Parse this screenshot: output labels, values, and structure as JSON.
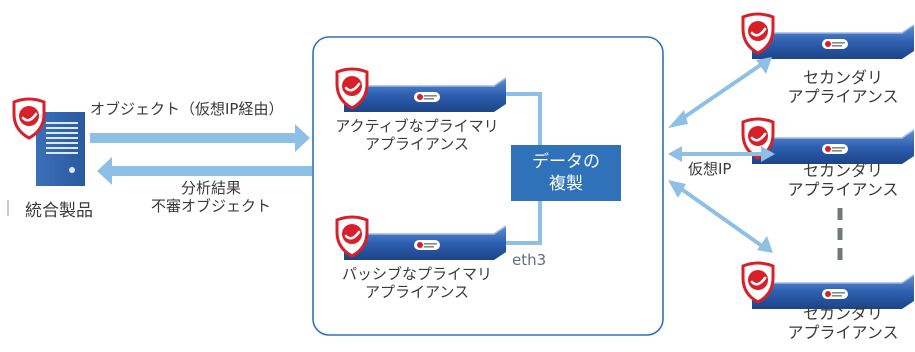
{
  "integrated_product": {
    "label": "統合製品"
  },
  "arrows": {
    "objects_line1": "オブジェクト（仮想IP経由）",
    "results_line1": "分析結果",
    "results_line2": "不審オブジェクト"
  },
  "primary_active": {
    "line1": "アクティブなプライマリ",
    "line2": "アプライアンス"
  },
  "primary_passive": {
    "line1": "パッシブなプライマリ",
    "line2": "アプライアンス"
  },
  "replication": {
    "line1": "データの",
    "line2": "複製"
  },
  "interface_label": "eth3",
  "virtual_ip_label": "仮想IP",
  "secondaries": [
    {
      "line1": "セカンダリ",
      "line2": "アプライアンス"
    },
    {
      "line1": "セカンダリ",
      "line2": "アプライアンス"
    },
    {
      "line1": "セカンダリ",
      "line2": "アプライアンス"
    }
  ],
  "colors": {
    "cluster_border": "#2f72ba",
    "arrow_light_blue": "#8ec0e6",
    "replication_box": "#2f72ba",
    "appliance_bar": "#2e5fb0",
    "shield_red": "#d8202a",
    "dash_gray": "#6f7b7a"
  }
}
